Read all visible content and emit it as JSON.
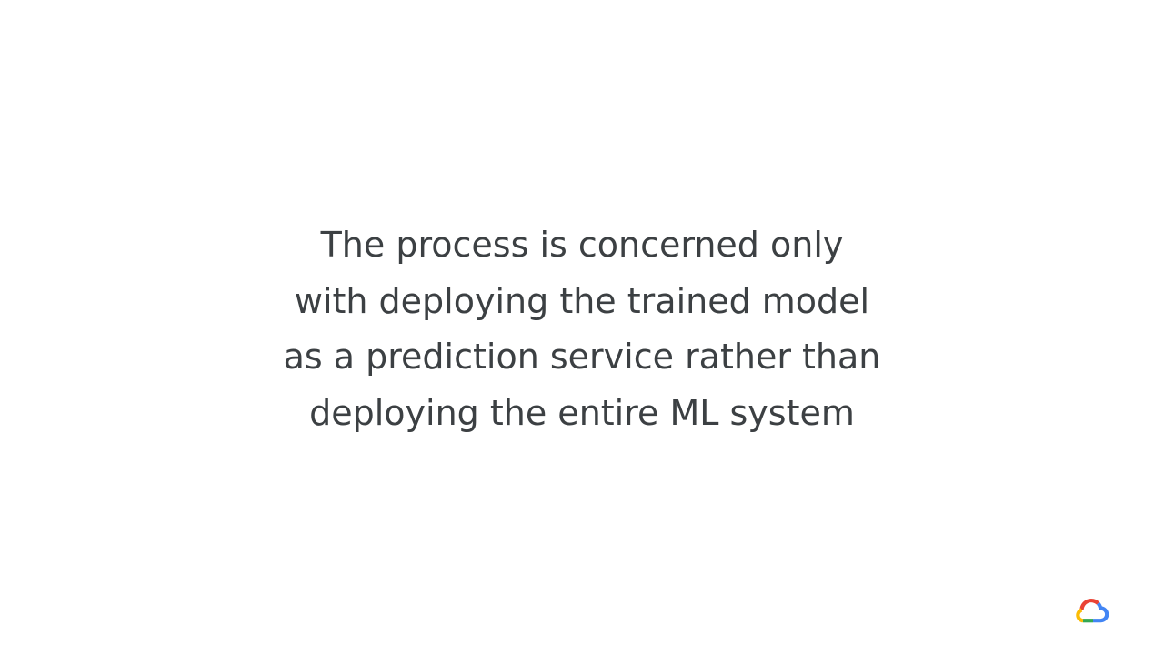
{
  "slide": {
    "lines": [
      "The process is concerned only",
      "with deploying the trained model",
      "as a prediction service rather than",
      "deploying the entire ML system"
    ]
  },
  "logo": {
    "icon": "google-cloud-logo-icon",
    "colors": {
      "red": "#ea4335",
      "blue": "#4285f4",
      "green": "#34a853",
      "yellow": "#fbbc05"
    }
  },
  "colors": {
    "background": "#ffffff",
    "text": "#3c4043"
  }
}
